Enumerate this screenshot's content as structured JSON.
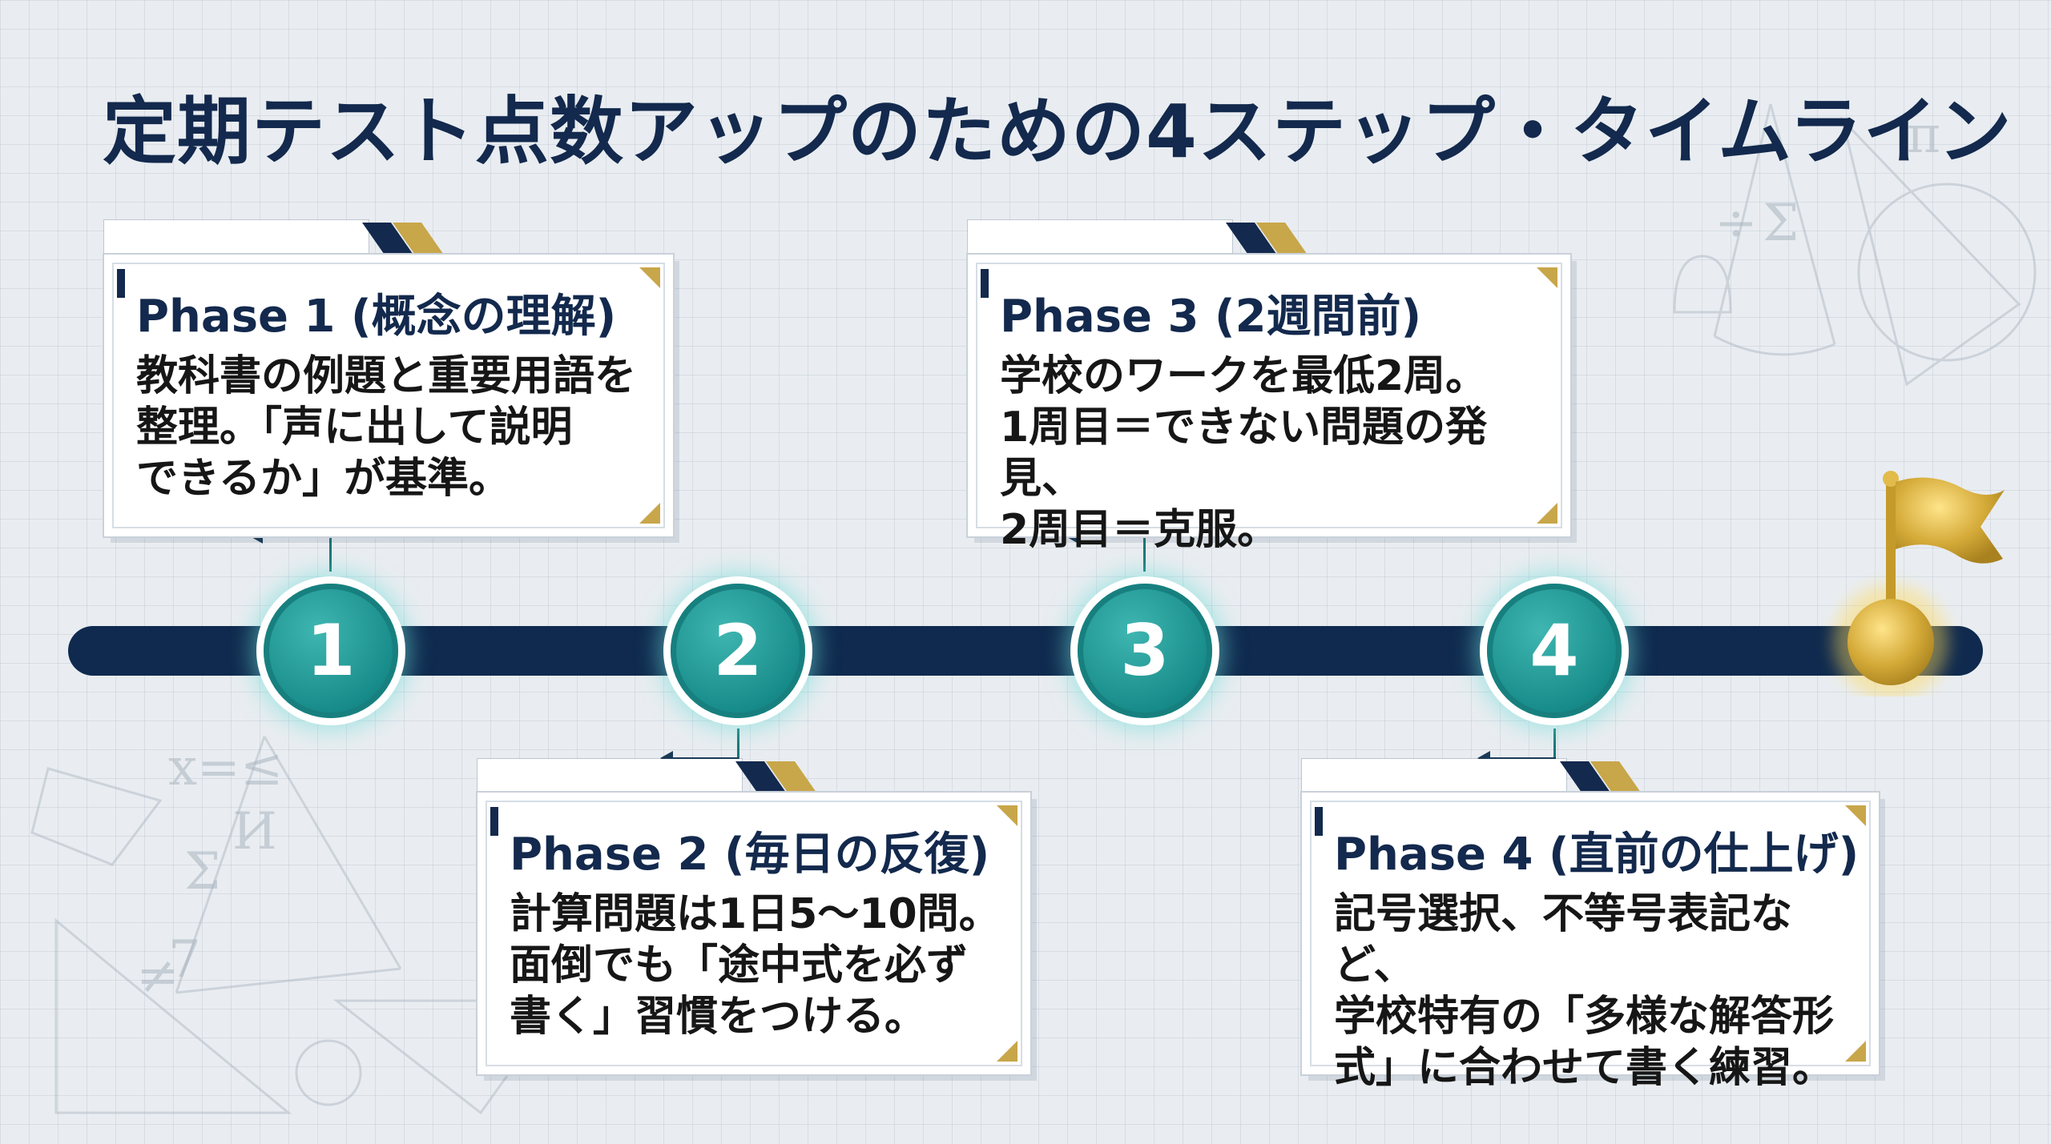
{
  "title": "定期テスト点数アップのための4ステップ・タイムライン",
  "steps": [
    {
      "number": "1",
      "title": "Phase 1 (概念の理解)",
      "text": "教科書の例題と重要用語を\n整理。「声に出して説明\nできるか」が基準。"
    },
    {
      "number": "2",
      "title": "Phase 2 (毎日の反復)",
      "text": "計算問題は1日5～10問。\n面倒でも「途中式を必ず\n書く」習慣をつける。"
    },
    {
      "number": "3",
      "title": "Phase 3 (2週間前)",
      "text": "学校のワークを最低2周。\n1周目＝できない問題の発見、\n2周目＝克服。"
    },
    {
      "number": "4",
      "title": "Phase 4 (直前の仕上げ)",
      "text": "記号選択、不等号表記など、\n学校特有の「多様な解答形\n式」に合わせて書く練習。"
    }
  ],
  "colors": {
    "navy": "#13294d",
    "teal": "#168a88",
    "gold": "#c8a64a",
    "background": "#e9edf1"
  },
  "icons": {
    "goal": "gold-flag-icon"
  }
}
